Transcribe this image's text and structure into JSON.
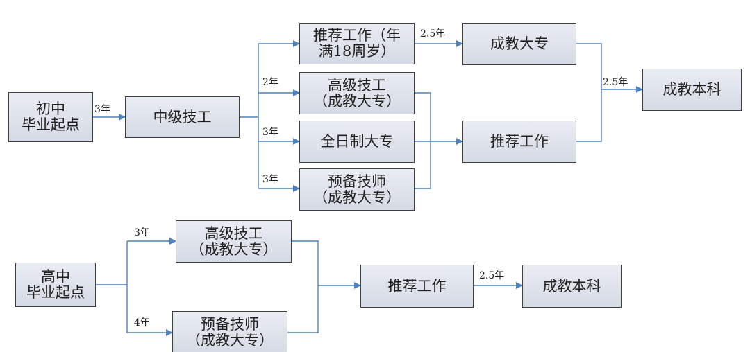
{
  "colors": {
    "connector": "#4f81bd",
    "box_border": "#404040"
  },
  "diagram": {
    "middle_school": {
      "start": "初中\n毕业起点",
      "step_start": "3年",
      "intermediate": "中级技工",
      "branch_recommend": "推荐工作（年\n满18周岁）",
      "step_recommend": "2.5年",
      "adult_college": "成教大专",
      "step_senior": "2年",
      "senior_tech": "高级技工\n（成教大专）",
      "step_fulltime": "3年",
      "fulltime_college": "全日制大专",
      "step_prep": "3年",
      "prep_technician": "预备技师\n（成教大专）",
      "recommend_job": "推荐工作",
      "step_bachelor": "2.5年",
      "bachelor": "成教本科"
    },
    "high_school": {
      "start": "高中\n毕业起点",
      "step_senior": "3年",
      "senior_tech": "高级技工\n（成教大专）",
      "step_prep": "4年",
      "prep_technician": "预备技师\n（成教大专）",
      "recommend_job": "推荐工作",
      "step_bachelor": "2.5年",
      "bachelor": "成教本科"
    }
  }
}
